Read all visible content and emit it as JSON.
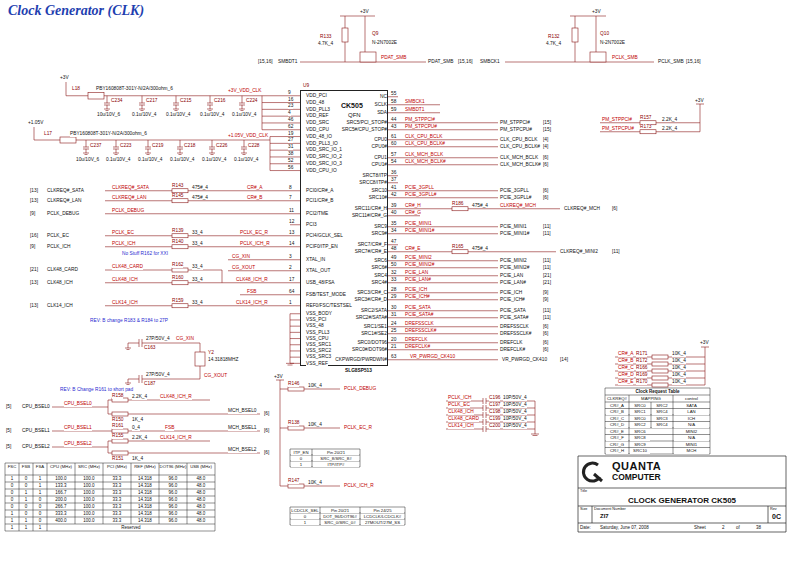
{
  "diagram": {
    "title": "Clock Generator (CLK)",
    "nodes": [
      {
        "text": [
          "CK505",
          "QFN",
          "SLG8SP513"
        ]
      },
      {
        "text": [
          "CLOCK GENERATOR CK505"
        ]
      }
    ],
    "labels": [
      "+3V",
      "+3V",
      "R133",
      "4.7K_4",
      "Q9",
      "N-2N7002E",
      "R132",
      "4.7K_4",
      "Q10",
      "N-2N7002E",
      "[15,16]",
      "SMBDT1",
      "PDAT_SMB",
      "PDAT_SMB",
      "[15,16]",
      "SMBCK1",
      "PCLK_SMB",
      "PCLK_SMB",
      "[15,16]",
      "+3V",
      "L18",
      "PBY160808T-301Y-N/2A/300ohm_6",
      "+3V_VDD_CLK",
      "+1.05V",
      "L17",
      "PBY160808T-301Y-N/2A/300ohm_6",
      "+1.05V_VDD_CLK",
      "C234",
      "C217",
      "C215",
      "C216",
      "C224",
      "10u/10V_6",
      "0.1u/10V_4",
      "0.1u/10V_4",
      "0.1u/10V_4",
      "0.1u/10V_4",
      "C237",
      "C223",
      "C219",
      "C218",
      "C226",
      "C228",
      "10u/10V_6",
      "0.1u/10V_4",
      "0.1u/10V_4",
      "0.1u/10V_4",
      "0.1u/10V_4",
      "0.1u/10V_4",
      "U9",
      "VDD_PCI",
      "VDD_48",
      "VDD_PLL3",
      "VDD_REF",
      "VDD_SRC",
      "VDD_CPU",
      "VDD_48_IO",
      "VDD_PLL3_IO",
      "VDD_SRC_IO_1",
      "VDD_SRC_IO_2",
      "VDD_SRC_IO_3",
      "VDD_CPU_IO",
      "9",
      "16",
      "23",
      "4",
      "46",
      "62",
      "19",
      "27",
      "31",
      "38",
      "52",
      "56",
      "PCI0/CR#_A",
      "PCI1/CR#_B",
      "PCI2/TME",
      "PCI3",
      "PCI4/GCLK_SEL",
      "PCIF0/ITP_EN",
      "XTAL_IN",
      "XTAL_OUT",
      "USB_48/FSA",
      "FSB/TEST_MODE",
      "REF0/FSC/TESTSEL",
      "8",
      "7",
      "11",
      "12",
      "13",
      "14",
      "3",
      "2",
      "17",
      "64",
      "1",
      "VSS_BODY",
      "VSS_PCI",
      "VSS_48",
      "VSS_PLL3",
      "VSS_CPU",
      "VSS_SRC1",
      "VSS_SRC2",
      "VSS_SRC3",
      "VSS_REF",
      "NC",
      "SCLK",
      "SDA",
      "SRC5/PCI_STOP#",
      "SRC5#/CPU_STOP#",
      "CPU0",
      "CPU0#",
      "CPU1",
      "CPU1#",
      "SRCT8/ITP",
      "SRCC8/ITP#",
      "SRC10",
      "SRC10#",
      "SRC11/CR#_H",
      "SRC11#/CR#_G",
      "SRC9",
      "SRC9#",
      "SRC7/CR#_F",
      "SRC7#/CR#_E",
      "SRC6",
      "SRC6#",
      "SRC4",
      "SRC4#",
      "SRC3/CR#_C",
      "SRC3#/CR#_D",
      "SRC2/SATA",
      "SRC2#/SATA#",
      "SRC1/SE1",
      "SRC1#/SE2",
      "SRC0/DOT96",
      "SRC0#/DOT96#",
      "CKPWRGD/PWRDWN#",
      "55",
      "58",
      "59",
      "44",
      "43",
      "61",
      "60",
      "57",
      "54",
      "36",
      "37",
      "41",
      "42",
      "39",
      "40",
      "35",
      "34",
      "47",
      "48",
      "49",
      "50",
      "32",
      "33",
      "28",
      "29",
      "30",
      "31",
      "24",
      "25",
      "20",
      "21",
      "63",
      "SMBCK1",
      "SMBDT1",
      "PM_STPPCI#",
      "PM_STPCPU#",
      "PM_STPPCI#",
      "[15]",
      "PM_STPCPU#",
      "[15]",
      "+3V",
      "PM_STPPCI#",
      "R157",
      "2.2K_4",
      "PM_STPCPU#",
      "R173",
      "2.2K_4",
      "CLK_CPU_BCLK",
      "CLK_CPU_BCLK#",
      "CLK_CPU_BCLK",
      "[4]",
      "CLK_CPU_BCLK#",
      "[4]",
      "CLK_MCH_BCLK",
      "CLK_MCH_BCLK#",
      "CLK_MCH_BCLK",
      "[6]",
      "CLK_MCH_BCLK#",
      "[6]",
      "PCIE_3GPLL",
      "PCIE_3GPLL#",
      "PCIE_3GPLL",
      "[6]",
      "PCIE_3GPLL#",
      "[6]",
      "CR#_H",
      "R186",
      "475#_4",
      "CLKREQ#_MCH",
      "CLKREQ#_MCH",
      "[6]",
      "CR#_G",
      "PCIE_MINI1",
      "PCIE_MINI1#",
      "PCIE_MINI1",
      "[11]",
      "PCIE_MINI1#",
      "[11]",
      "CR#_E",
      "R165",
      "475#_4",
      "CLKREQ#_MINI2",
      "[11]",
      "PCIE_MINI2",
      "PCIE_MINI2#",
      "PCIE_MINI2",
      "[11]",
      "PCIE_MINI2#",
      "[11]",
      "PCIE_LAN",
      "PCIE_LAN#",
      "PCIE_LAN",
      "[21]",
      "PCIE_LAN#",
      "[21]",
      "PCIE_ICH",
      "PCIE_ICH#",
      "PCIE_ICH",
      "[9]",
      "PCIE_ICH#",
      "[9]",
      "PCIE_SATA",
      "PCIE_SATA#",
      "PCIE_SATA",
      "[11]",
      "PCIE_SATA#",
      "[11]",
      "DREFSSCLK",
      "DREFSSCLK#",
      "DREFSSCLK",
      "[6]",
      "DREFSSCLK#",
      "[6]",
      "DREFCLK",
      "DREFCLK#",
      "DREFCLK",
      "[6]",
      "DREFCLK#",
      "[6]",
      "VR_PWRGD_CK410",
      "VR_PWRGD_CK410",
      "[14]",
      "[13]",
      "CLKREQ#_SATA",
      "CLKREQ#_SATA",
      "R143",
      "475#_4",
      "CR#_A",
      "[13]",
      "CLKREQ#_LAN",
      "CLKREQ#_LAN",
      "R145",
      "475#_4",
      "CR#_B",
      "[9]",
      "PCLK_DEBUG",
      "PCLK_DEBUG",
      "[16]",
      "PCLK_EC",
      "PCLK_EC",
      "R139",
      "33_4",
      "PCLK_EC_R",
      "[9]",
      "PCLK_ICH",
      "PCLK_ICH",
      "R140",
      "33_4",
      "PCLK_ICH_R",
      "No Stuff R162 for XXI",
      "CG_XIN",
      "CG_XOUT",
      "[21]",
      "CLK48_CARD",
      "CLK48_CARD",
      "R162",
      "33_4",
      "[13]",
      "CLK48_ICH",
      "CLK48_ICH",
      "R160",
      "33_4",
      "CLK48_ICH_R",
      "FSB",
      "[13]",
      "CLK14_ICH",
      "CLK14_ICH",
      "R159",
      "33_4",
      "CLK14_ICH_R",
      "REV: B change R183 & R184 to 27P",
      "C163",
      "27P/50V_4",
      "CG_XIN",
      "Y2",
      "14.31818MHZ",
      "C187",
      "27P/50V_4",
      "CG_XOUT",
      "REV: B Change R161 to short pad",
      "[5]",
      "CPU_BSEL0",
      "CPU_BSEL0",
      "R158",
      "2.2K_4",
      "CLK48_ICH_R",
      "R150",
      "1K_4",
      "MCH_BSEL0",
      "[6]",
      "[5]",
      "CPU_BSEL1",
      "CPU_BSEL1",
      "R161",
      "0_4",
      "FSB",
      "MCH_BSEL1",
      "[6]",
      "[5]",
      "CPU_BSEL2",
      "CPU_BSEL2",
      "R155",
      "2.2K_4",
      "CLK14_ICH_R",
      "R151",
      "1K_4",
      "MCH_BSEL2",
      "[6]",
      "FSC",
      "FSB",
      "FSA",
      "CPU (MHz)",
      "SRC (MHz)",
      "PCI (MHz)",
      "REF (MHz)",
      "DOT96 (MHz)",
      "USB (MHz)",
      "1",
      "0",
      "1",
      "100.0",
      "100.0",
      "33.3",
      "14.318",
      "96.0",
      "48.0",
      "0",
      "0",
      "1",
      "133.3",
      "100.0",
      "33.3",
      "14.318",
      "96.0",
      "48.0",
      "0",
      "1",
      "1",
      "166.7",
      "100.0",
      "33.3",
      "14.318",
      "96.0",
      "48.0",
      "0",
      "1",
      "0",
      "200.0",
      "100.0",
      "33.3",
      "14.318",
      "96.0",
      "48.0",
      "0",
      "0",
      "0",
      "266.7",
      "100.0",
      "33.3",
      "14.318",
      "96.0",
      "48.0",
      "1",
      "0",
      "0",
      "333.3",
      "100.0",
      "33.3",
      "14.318",
      "96.0",
      "48.0",
      "1",
      "1",
      "0",
      "400.0",
      "100.0",
      "33.3",
      "14.318",
      "96.0",
      "48.0",
      "1",
      "1",
      "1",
      "Reserved",
      "+3V",
      "R146",
      "10K_4",
      "PCLK_DEBUG",
      "R138",
      "10K_4",
      "PCLK_EC_R",
      "R147",
      "10K_4",
      "PCLK_ICH_R",
      "ITP_EN",
      "Pin 20/21",
      "0",
      "SRC_8/SRC_8#",
      "1",
      "ITP/ITP#",
      "LCDCLK_SEL",
      "Pin 20/21",
      "Pin 24/25",
      "0",
      "DOT_96/DOT96#",
      "LCDCLK/LCDCLK#",
      "1",
      "SRC_0/SRC_0#",
      "27MOUT/27M_SS",
      "PCLK_ICH",
      "C196",
      "10P/50V_4",
      "PCLK_EC",
      "C197",
      "10P/50V_4",
      "CLK48_ICH",
      "C198",
      "10P/50V_4",
      "CLK48_CARD",
      "C199",
      "10P/50V_4",
      "CLK14_ICH",
      "C200",
      "10P/50V_4",
      "+3V",
      "CR#_A",
      "R171",
      "10K_4",
      "CR#_B",
      "R172",
      "10K_4",
      "CR#_C",
      "R166",
      "10K_4",
      "CR#_D",
      "R169",
      "10K_4",
      "CR#_E",
      "R170",
      "10K_4",
      "Clock Request Table",
      "CLKREQ#",
      "MAPPING",
      "control",
      "CR#_A",
      "SRC0",
      "SRC2",
      "SATA",
      "CR#_B",
      "SRC1",
      "SRC4",
      "LAN",
      "CR#_C",
      "SRC0",
      "SRC3",
      "ICH",
      "CR#_D",
      "SRC2",
      "SRC4",
      "N/A",
      "CR#_E",
      "SRC6",
      "MINI2",
      "CR#_F",
      "SRC8",
      "N/A",
      "CR#_G",
      "SRC9",
      "MINI1",
      "CR#_H",
      "SRC10",
      "MCH",
      "QUANTA",
      "COMPUTER",
      "Title",
      "Size",
      "Document Number",
      "Rev",
      "ZI7",
      "0C",
      "Date:",
      "Saturday, June 07, 2008",
      "Sheet",
      "2",
      "of",
      "38"
    ]
  }
}
